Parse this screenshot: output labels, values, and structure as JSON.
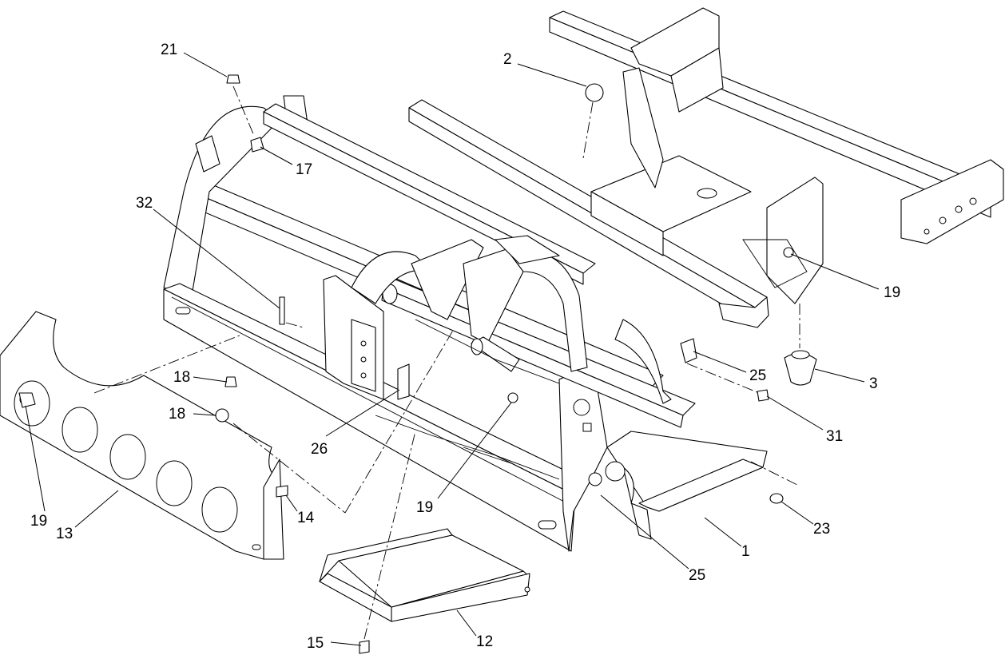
{
  "callouts": [
    {
      "id": "c21",
      "label": "21"
    },
    {
      "id": "c2",
      "label": "2"
    },
    {
      "id": "c17",
      "label": "17"
    },
    {
      "id": "c32",
      "label": "32"
    },
    {
      "id": "c19a",
      "label": "19"
    },
    {
      "id": "c25a",
      "label": "25"
    },
    {
      "id": "c3",
      "label": "3"
    },
    {
      "id": "c31",
      "label": "31"
    },
    {
      "id": "c18a",
      "label": "18"
    },
    {
      "id": "c18b",
      "label": "18"
    },
    {
      "id": "c26",
      "label": "26"
    },
    {
      "id": "c19b",
      "label": "19"
    },
    {
      "id": "c19c",
      "label": "19"
    },
    {
      "id": "c13",
      "label": "13"
    },
    {
      "id": "c14",
      "label": "14"
    },
    {
      "id": "c23",
      "label": "23"
    },
    {
      "id": "c1",
      "label": "1"
    },
    {
      "id": "c25b",
      "label": "25"
    },
    {
      "id": "c12",
      "label": "12"
    },
    {
      "id": "c15",
      "label": "15"
    }
  ]
}
